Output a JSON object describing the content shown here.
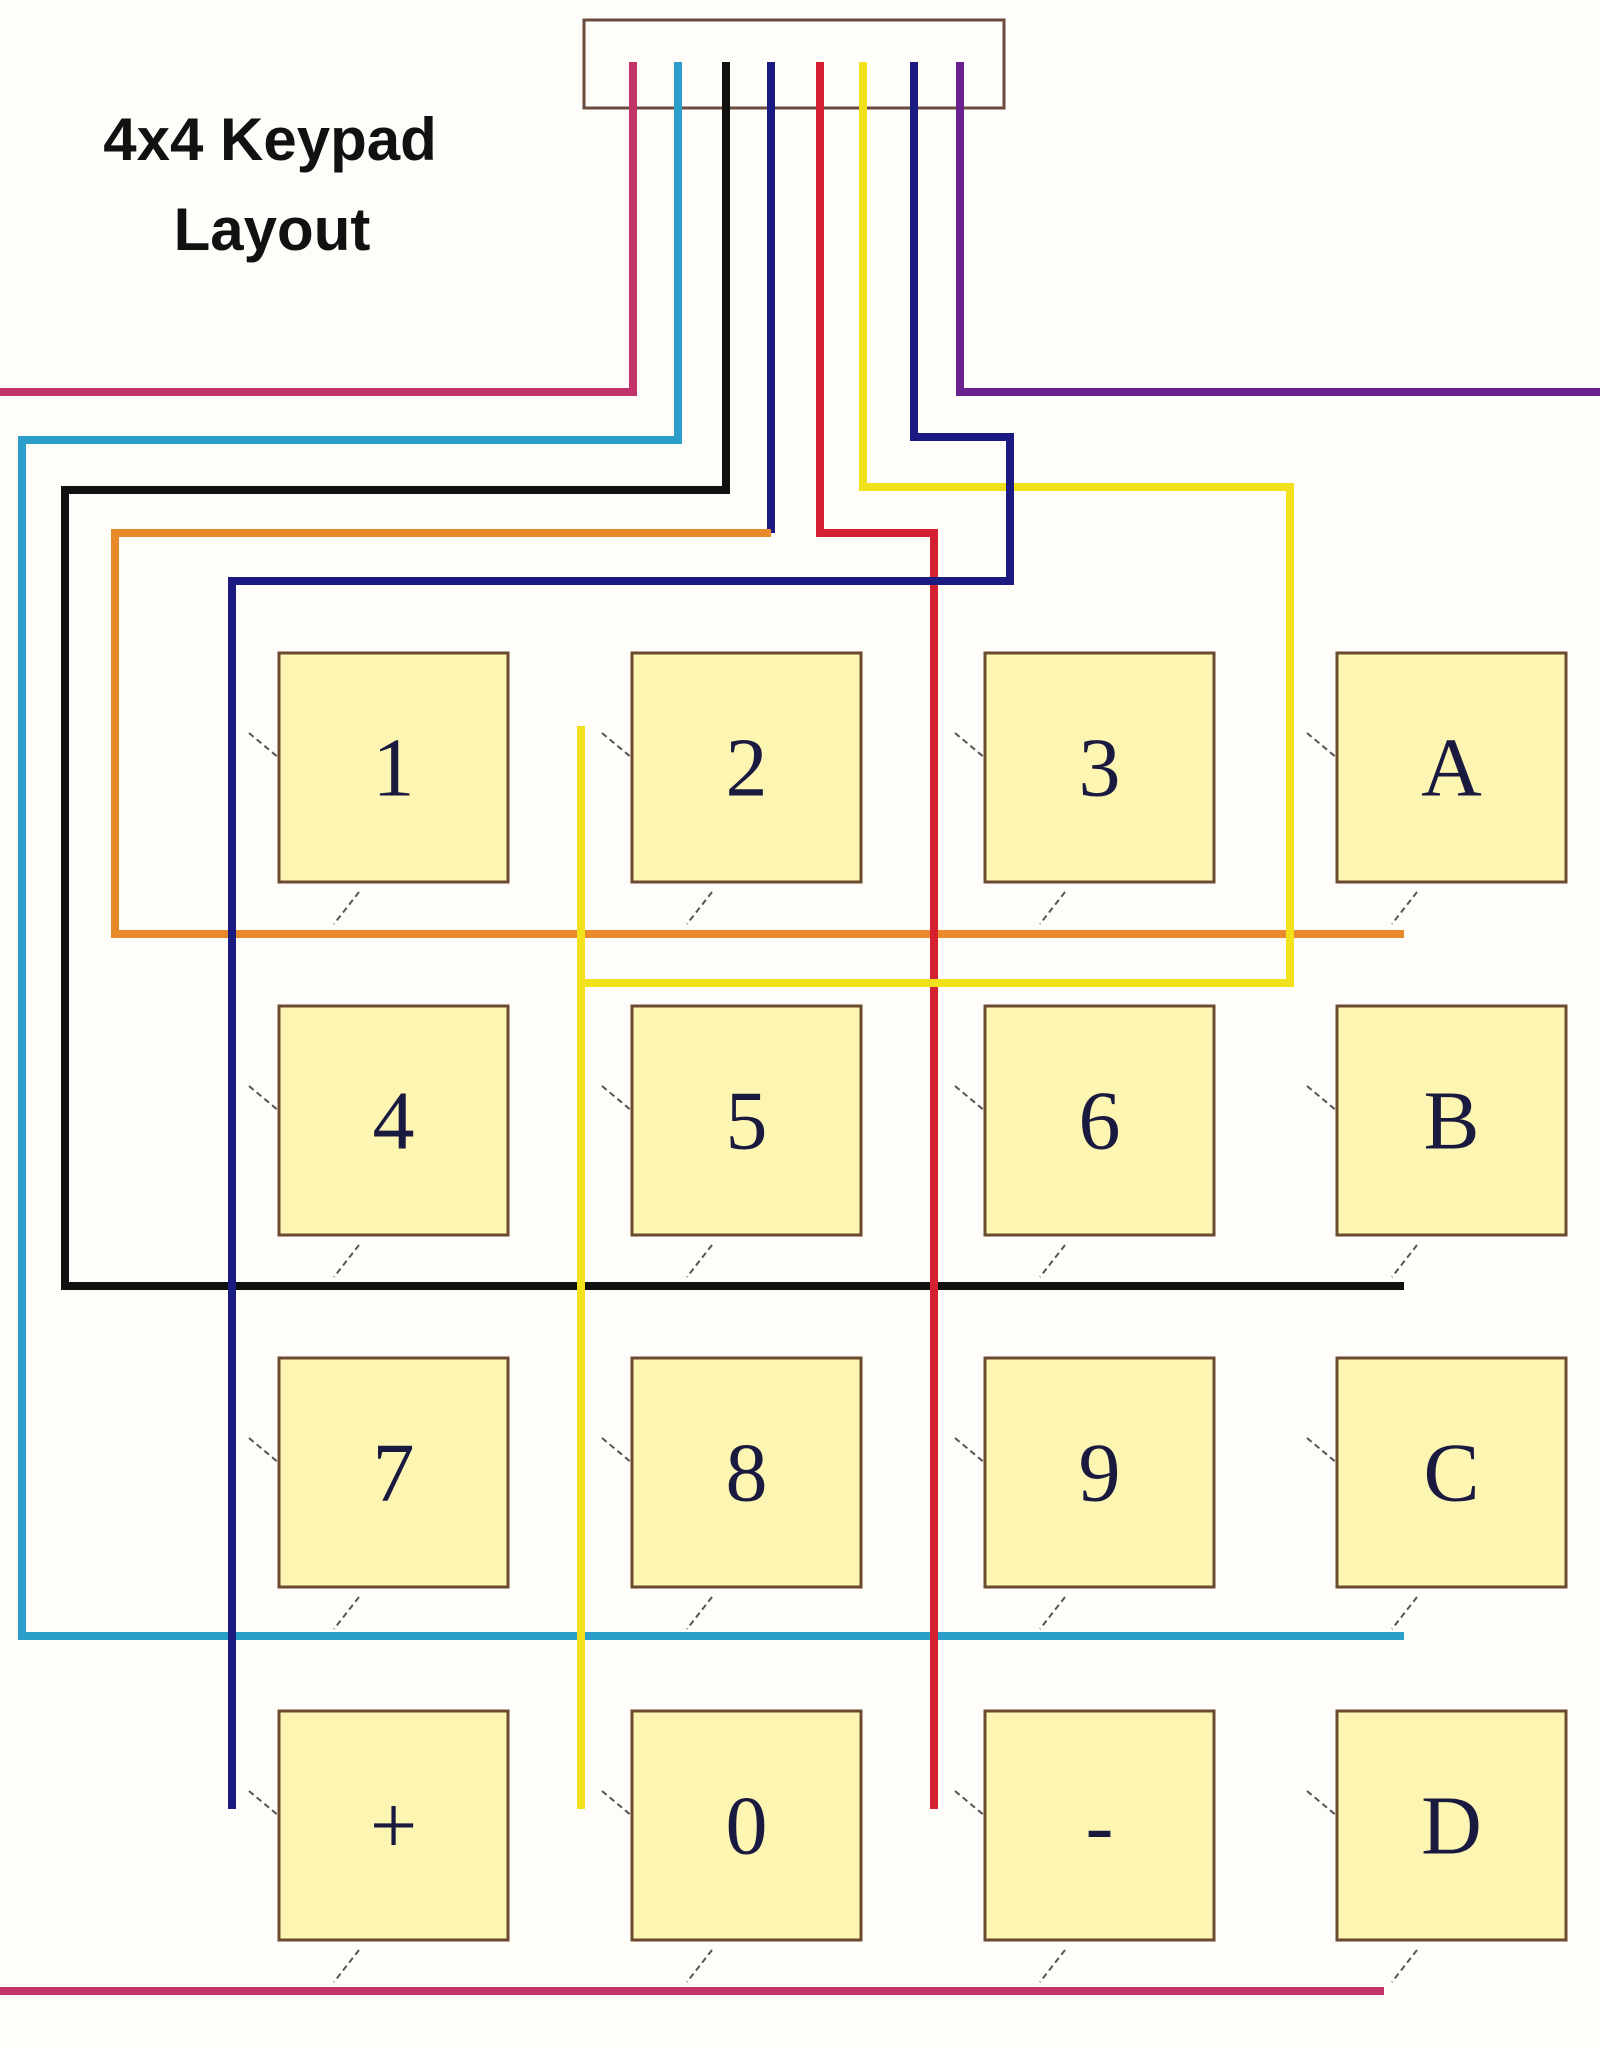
{
  "title": {
    "line1": "4x4 Keypad",
    "line2": "Layout"
  },
  "keys": [
    [
      "1",
      "2",
      "3",
      "A"
    ],
    [
      "4",
      "5",
      "6",
      "B"
    ],
    [
      "7",
      "8",
      "9",
      "C"
    ],
    [
      "+",
      "0",
      "-",
      "D"
    ]
  ],
  "colors": {
    "magenta": "#c2336a",
    "cyan": "#2b9fc9",
    "black": "#111111",
    "navy": "#1a1a80",
    "orange": "#e88a2a",
    "red": "#d42030",
    "yellow": "#f2e21e",
    "purple": "#6b2290",
    "key_fill": "#fdf6b2",
    "key_border": "#6b4a30"
  }
}
